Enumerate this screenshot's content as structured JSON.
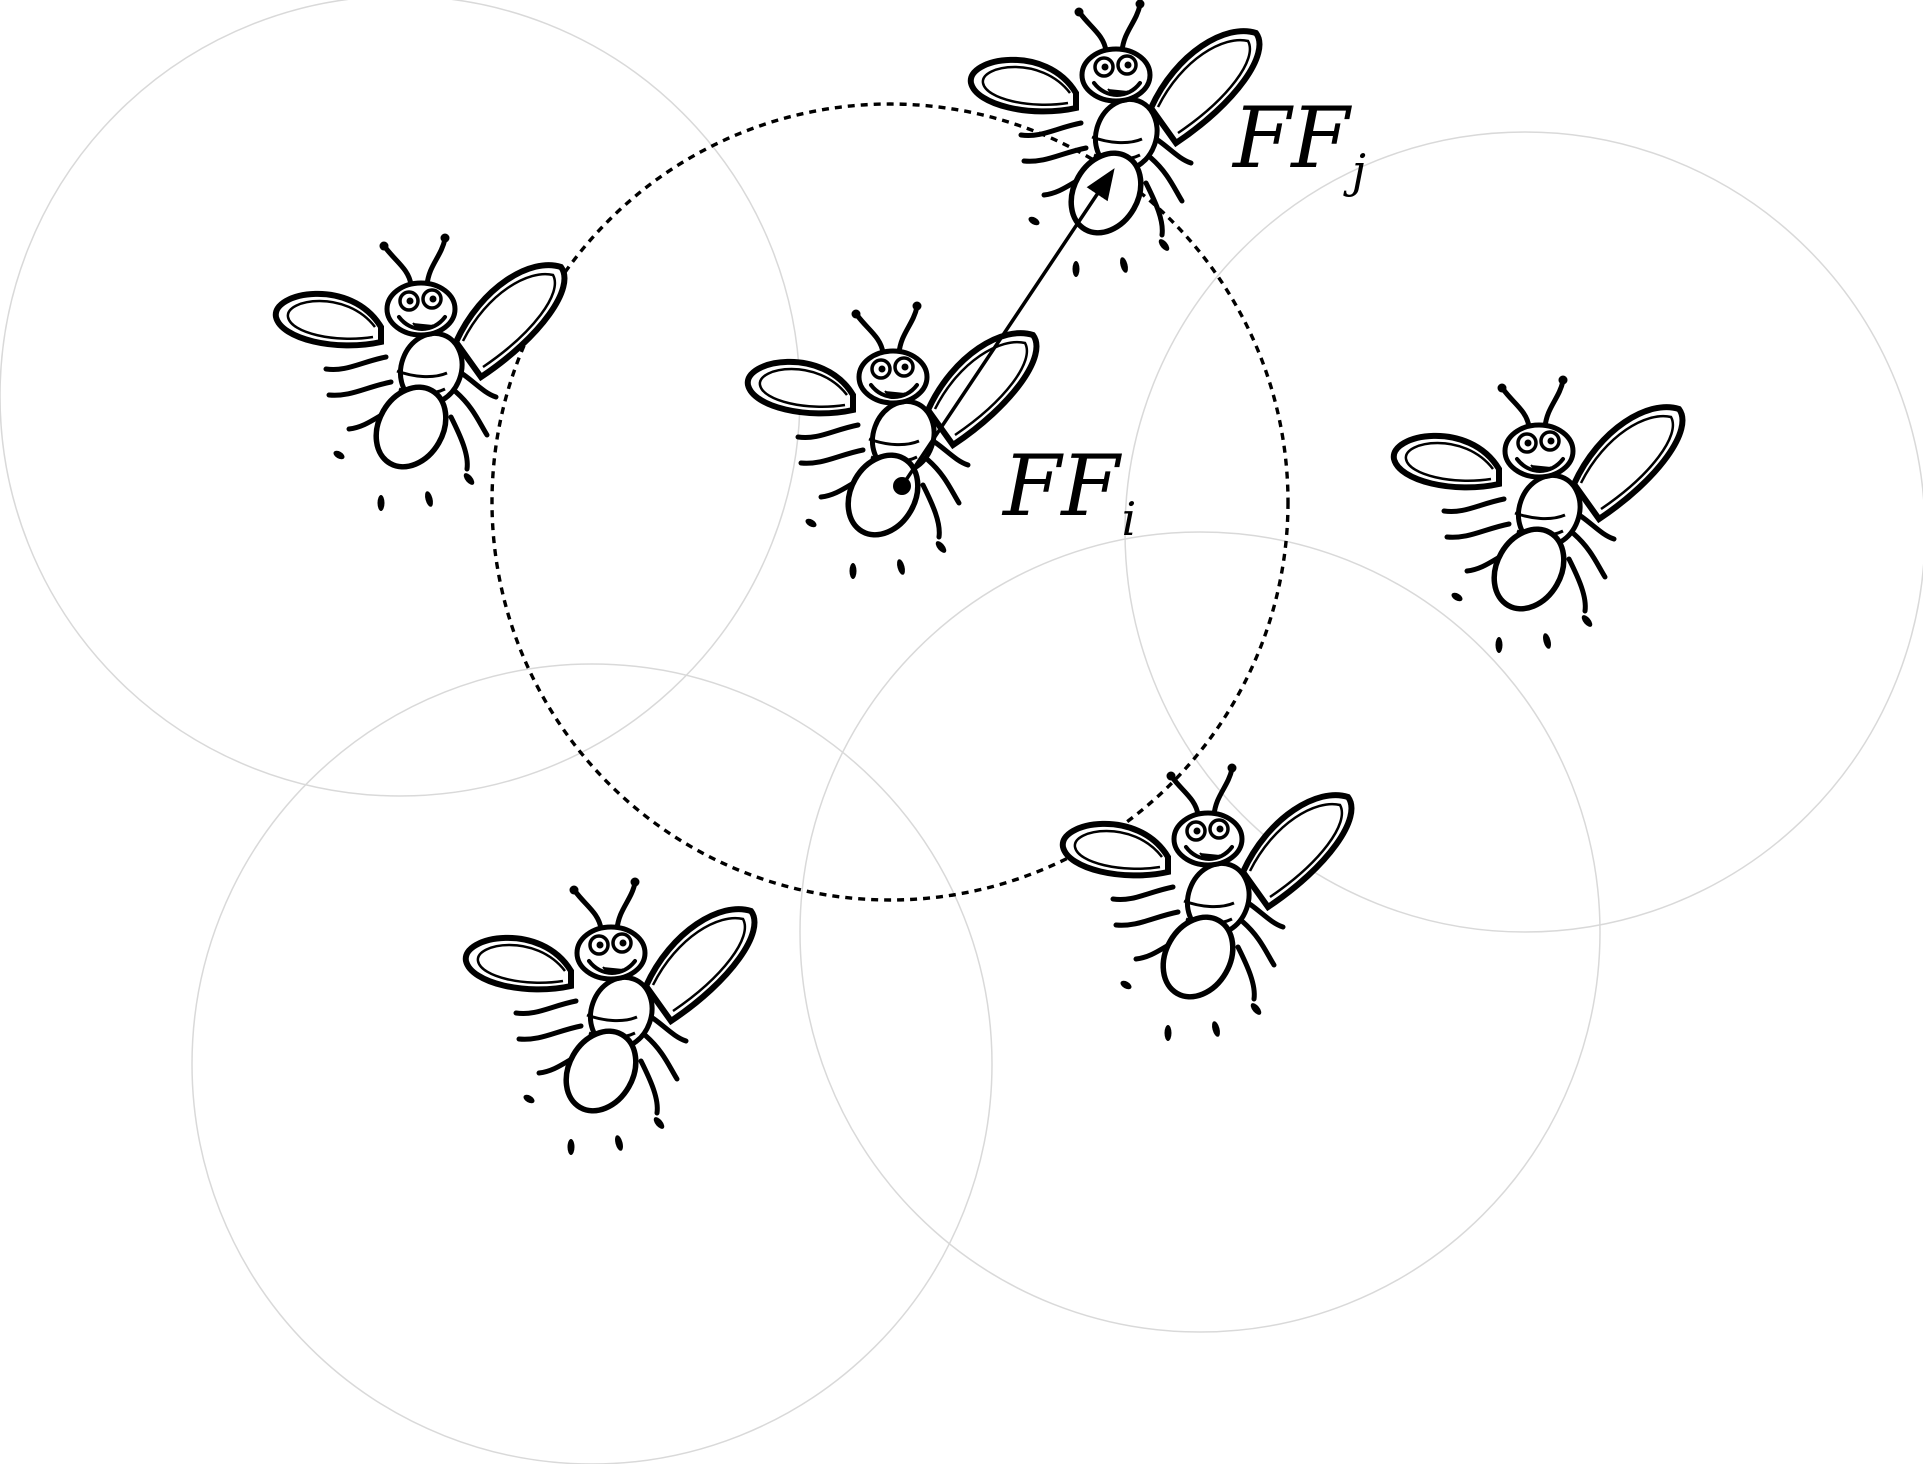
{
  "labels": {
    "firefly_i": {
      "main": "FF",
      "subscript": "i"
    },
    "firefly_j": {
      "main": "FF",
      "subscript": "j"
    }
  },
  "colors": {
    "ink": "#000000",
    "range_circle": "#d9d9d9",
    "background": "#ffffff"
  },
  "icons": {
    "firefly": "firefly-icon",
    "movement_arrow": "arrow-icon"
  }
}
